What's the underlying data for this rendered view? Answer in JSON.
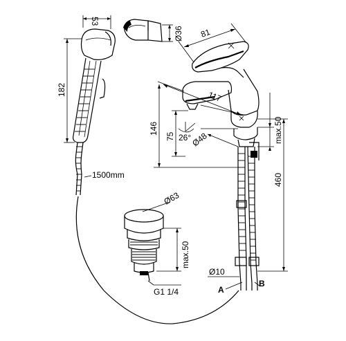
{
  "dimensions": {
    "handshower_width": "53",
    "handshower_length": "182",
    "holder_diameter": "Ø36",
    "hose_length": "1500mm",
    "lever_length": "81",
    "spout_reach": "117",
    "height_146": "146",
    "height_75": "75",
    "angle": "26°",
    "base_diameter": "Ø48",
    "max_thickness": "max.50",
    "hose_total": "460",
    "waste_diameter": "Ø63",
    "waste_max": "max.50",
    "thread": "G1 1/4",
    "pipe_diameter": "Ø10",
    "connection_a": "A",
    "connection_b": "B"
  }
}
